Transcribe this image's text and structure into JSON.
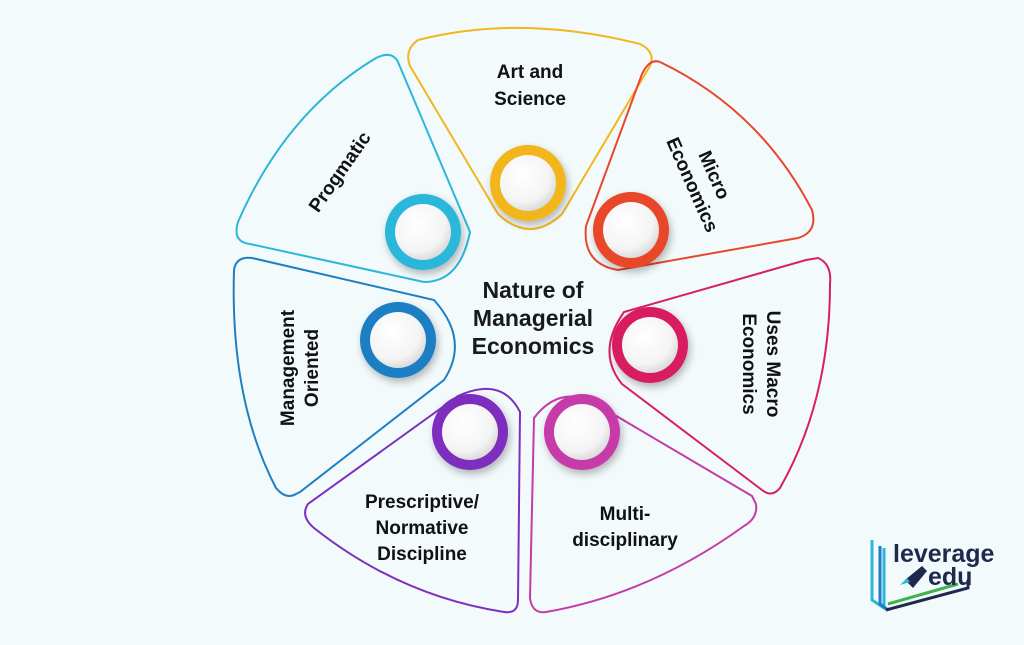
{
  "center": {
    "line1": "Nature of",
    "line2": "Managerial",
    "line3": "Economics"
  },
  "segments": [
    {
      "id": "art-and-science",
      "line1": "Art and",
      "line2": "Science",
      "color": "#f2b61f"
    },
    {
      "id": "micro-economics",
      "line1": "Micro",
      "line2": "Economics",
      "color": "#e8472c"
    },
    {
      "id": "uses-macro-economics",
      "line1": "Uses Macro",
      "line2": "Economics",
      "color": "#d81f62"
    },
    {
      "id": "multi-disciplinary",
      "line1": "Multi-",
      "line2": "disciplinary",
      "color": "#c63aa8"
    },
    {
      "id": "prescriptive-normative",
      "line1": "Prescriptive/",
      "line2": "Normative",
      "line3": "Discipline",
      "color": "#7d2fbe"
    },
    {
      "id": "management-oriented",
      "line1": "Management",
      "line2": "Oriented",
      "color": "#1f7fc4"
    },
    {
      "id": "progmatic",
      "line1": "Progmatic",
      "color": "#2bb7d9"
    }
  ],
  "logo": {
    "line1": "leverage",
    "line2": "edu",
    "accent": "#1d2a4d",
    "icon": "rocket-icon"
  }
}
